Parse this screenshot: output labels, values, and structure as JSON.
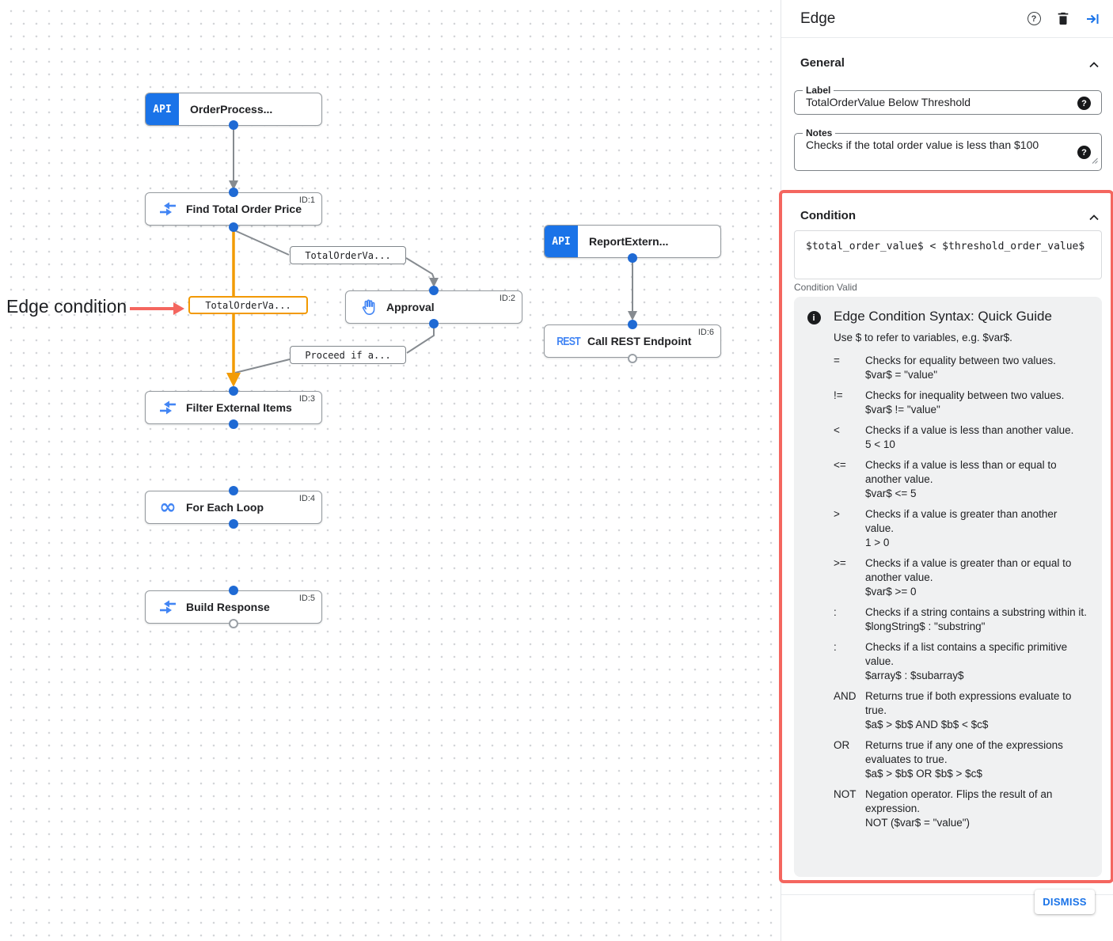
{
  "colors": {
    "accent_blue": "#1a73e8",
    "icon_blue": "#4285f4",
    "edge_orange": "#f29900",
    "highlight_red": "#f4665f",
    "edge_gray": "#868b90"
  },
  "canvas": {
    "annotation": {
      "text": "Edge condition"
    },
    "nodes": [
      {
        "badge": "API",
        "title": "OrderProcess...",
        "id": ""
      },
      {
        "title": "Find Total Order Price",
        "id": "ID:1",
        "icon": "data-mapping"
      },
      {
        "title": "Approval",
        "id": "ID:2",
        "icon": "hand"
      },
      {
        "badge": "API",
        "title": "ReportExtern...",
        "id": ""
      },
      {
        "title": "Call REST Endpoint",
        "id": "ID:6",
        "icon": "rest",
        "icon_text": "REST"
      },
      {
        "title": "Filter External Items",
        "id": "ID:3",
        "icon": "data-mapping"
      },
      {
        "title": "For Each Loop",
        "id": "ID:4",
        "icon": "loop",
        "icon_glyph": "∞"
      },
      {
        "title": "Build Response",
        "id": "ID:5",
        "icon": "data-mapping"
      }
    ],
    "edge_labels": [
      {
        "text": "TotalOrderVa..."
      },
      {
        "text": "TotalOrderVa...",
        "selected": true
      },
      {
        "text": "Proceed if a..."
      }
    ]
  },
  "panel": {
    "title": "Edge",
    "icons": {
      "help_glyph": "?",
      "badge_glyph": "?",
      "info_glyph": "i"
    },
    "general": {
      "heading": "General",
      "label_field": {
        "label": "Label",
        "value": "TotalOrderValue Below Threshold"
      },
      "notes_field": {
        "label": "Notes",
        "value": "Checks if the total order value is less than $100"
      }
    },
    "condition": {
      "heading": "Condition",
      "value": "$total_order_value$ < $threshold_order_value$",
      "status": "Condition Valid"
    },
    "guide": {
      "title": "Edge Condition Syntax: Quick Guide",
      "subtitle": "Use $ to refer to variables, e.g. $var$.",
      "rows": [
        {
          "op": "=",
          "desc": "Checks for equality between two values.",
          "example": "$var$ = \"value\""
        },
        {
          "op": "!=",
          "desc": "Checks for inequality between two values.",
          "example": "$var$ != \"value\""
        },
        {
          "op": "<",
          "desc": "Checks if a value is less than another value.",
          "example": "5 < 10"
        },
        {
          "op": "<=",
          "desc": "Checks if a value is less than or equal to another value.",
          "example": "$var$ <= 5"
        },
        {
          "op": ">",
          "desc": "Checks if a value is greater than another value.",
          "example": "1 > 0"
        },
        {
          "op": ">=",
          "desc": "Checks if a value is greater than or equal to another value.",
          "example": "$var$ >= 0"
        },
        {
          "op": ":",
          "desc": "Checks if a string contains a substring within it.",
          "example": "$longString$ : \"substring\""
        },
        {
          "op": ":",
          "desc": "Checks if a list contains a specific primitive value.",
          "example": "$array$ : $subarray$"
        },
        {
          "op": "AND",
          "desc": "Returns true if both expressions evaluate to true.",
          "example": "$a$ > $b$ AND $b$ < $c$"
        },
        {
          "op": "OR",
          "desc": "Returns true if any one of the expressions evaluates to true.",
          "example": "$a$ > $b$ OR $b$ > $c$"
        },
        {
          "op": "NOT",
          "desc": "Negation operator. Flips the result of an expression.",
          "example": "NOT ($var$ = \"value\")"
        }
      ]
    },
    "dismiss_label": "DISMISS"
  }
}
